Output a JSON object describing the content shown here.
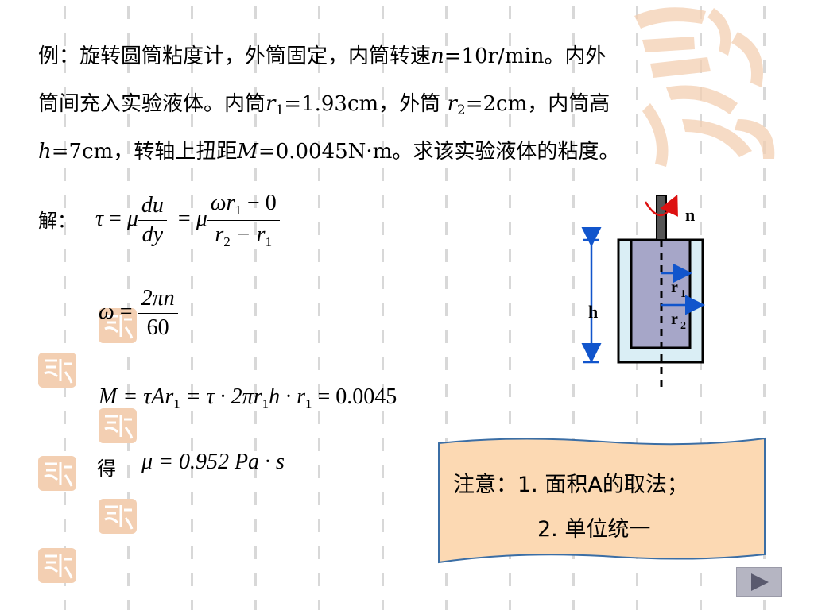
{
  "problem": {
    "line1_a": "例：旋转圆筒粘度计，外筒固定，内筒转速",
    "line1_var": "n",
    "line1_b": "=10r/min。内外",
    "line2_a": "筒间充入实验液体。内筒",
    "line2_var1": "r",
    "line2_sub1": "1",
    "line2_b": "=1.93cm，外筒 ",
    "line2_var2": "r",
    "line2_sub2": "2",
    "line2_c": "=2cm，内筒高",
    "line3_var1": "h",
    "line3_a": "=7cm，转轴上扭距",
    "line3_var2": "M",
    "line3_b": "=0.0045N·m。求该实验液体的粘度。"
  },
  "solution": {
    "label": "解：",
    "result_label": "得",
    "eq1_tau": "τ",
    "eq1_eq": "=",
    "eq1_mu": "μ",
    "eq1_num": "du",
    "eq1_den": "dy",
    "eq1_eq2": "=",
    "eq1_mu2": "μ",
    "eq1_num2_a": "ωr",
    "eq1_num2_sub": "1",
    "eq1_num2_b": " − 0",
    "eq1_den2_a": "r",
    "eq1_den2_sub1": "2",
    "eq1_den2_b": " − r",
    "eq1_den2_sub2": "1",
    "eq2_omega": "ω",
    "eq2_eq": "=",
    "eq2_num": "2πn",
    "eq2_den": "60",
    "eq3_a": "M",
    "eq3_b": " = τAr",
    "eq3_sub1": "1",
    "eq3_c": " = τ · 2πr",
    "eq3_sub2": "1",
    "eq3_d": "h · r",
    "eq3_sub3": "1",
    "eq3_e": " = 0.0045",
    "eq4_mu": "μ",
    "eq4_rest": " = 0.952 Pa · s"
  },
  "diagram": {
    "label_n": "n",
    "label_h": "h",
    "label_r1": "r",
    "label_r1_sub": "1",
    "label_r2": "r",
    "label_r2_sub": "2"
  },
  "note": {
    "line1": "注意：1. 面积A的取法；",
    "line2": "2. 单位统一"
  },
  "colors": {
    "outer_fill": "#daeef5",
    "inner_fill": "#a6a6c8",
    "arrow_blue": "#1155cc",
    "rotation_red": "#dd1111",
    "note_fill": "#fcd9b3",
    "note_border": "#3b6ea5",
    "seal_color": "#f0c4a4"
  },
  "navigation": {
    "next_icon": "play-right-icon"
  }
}
